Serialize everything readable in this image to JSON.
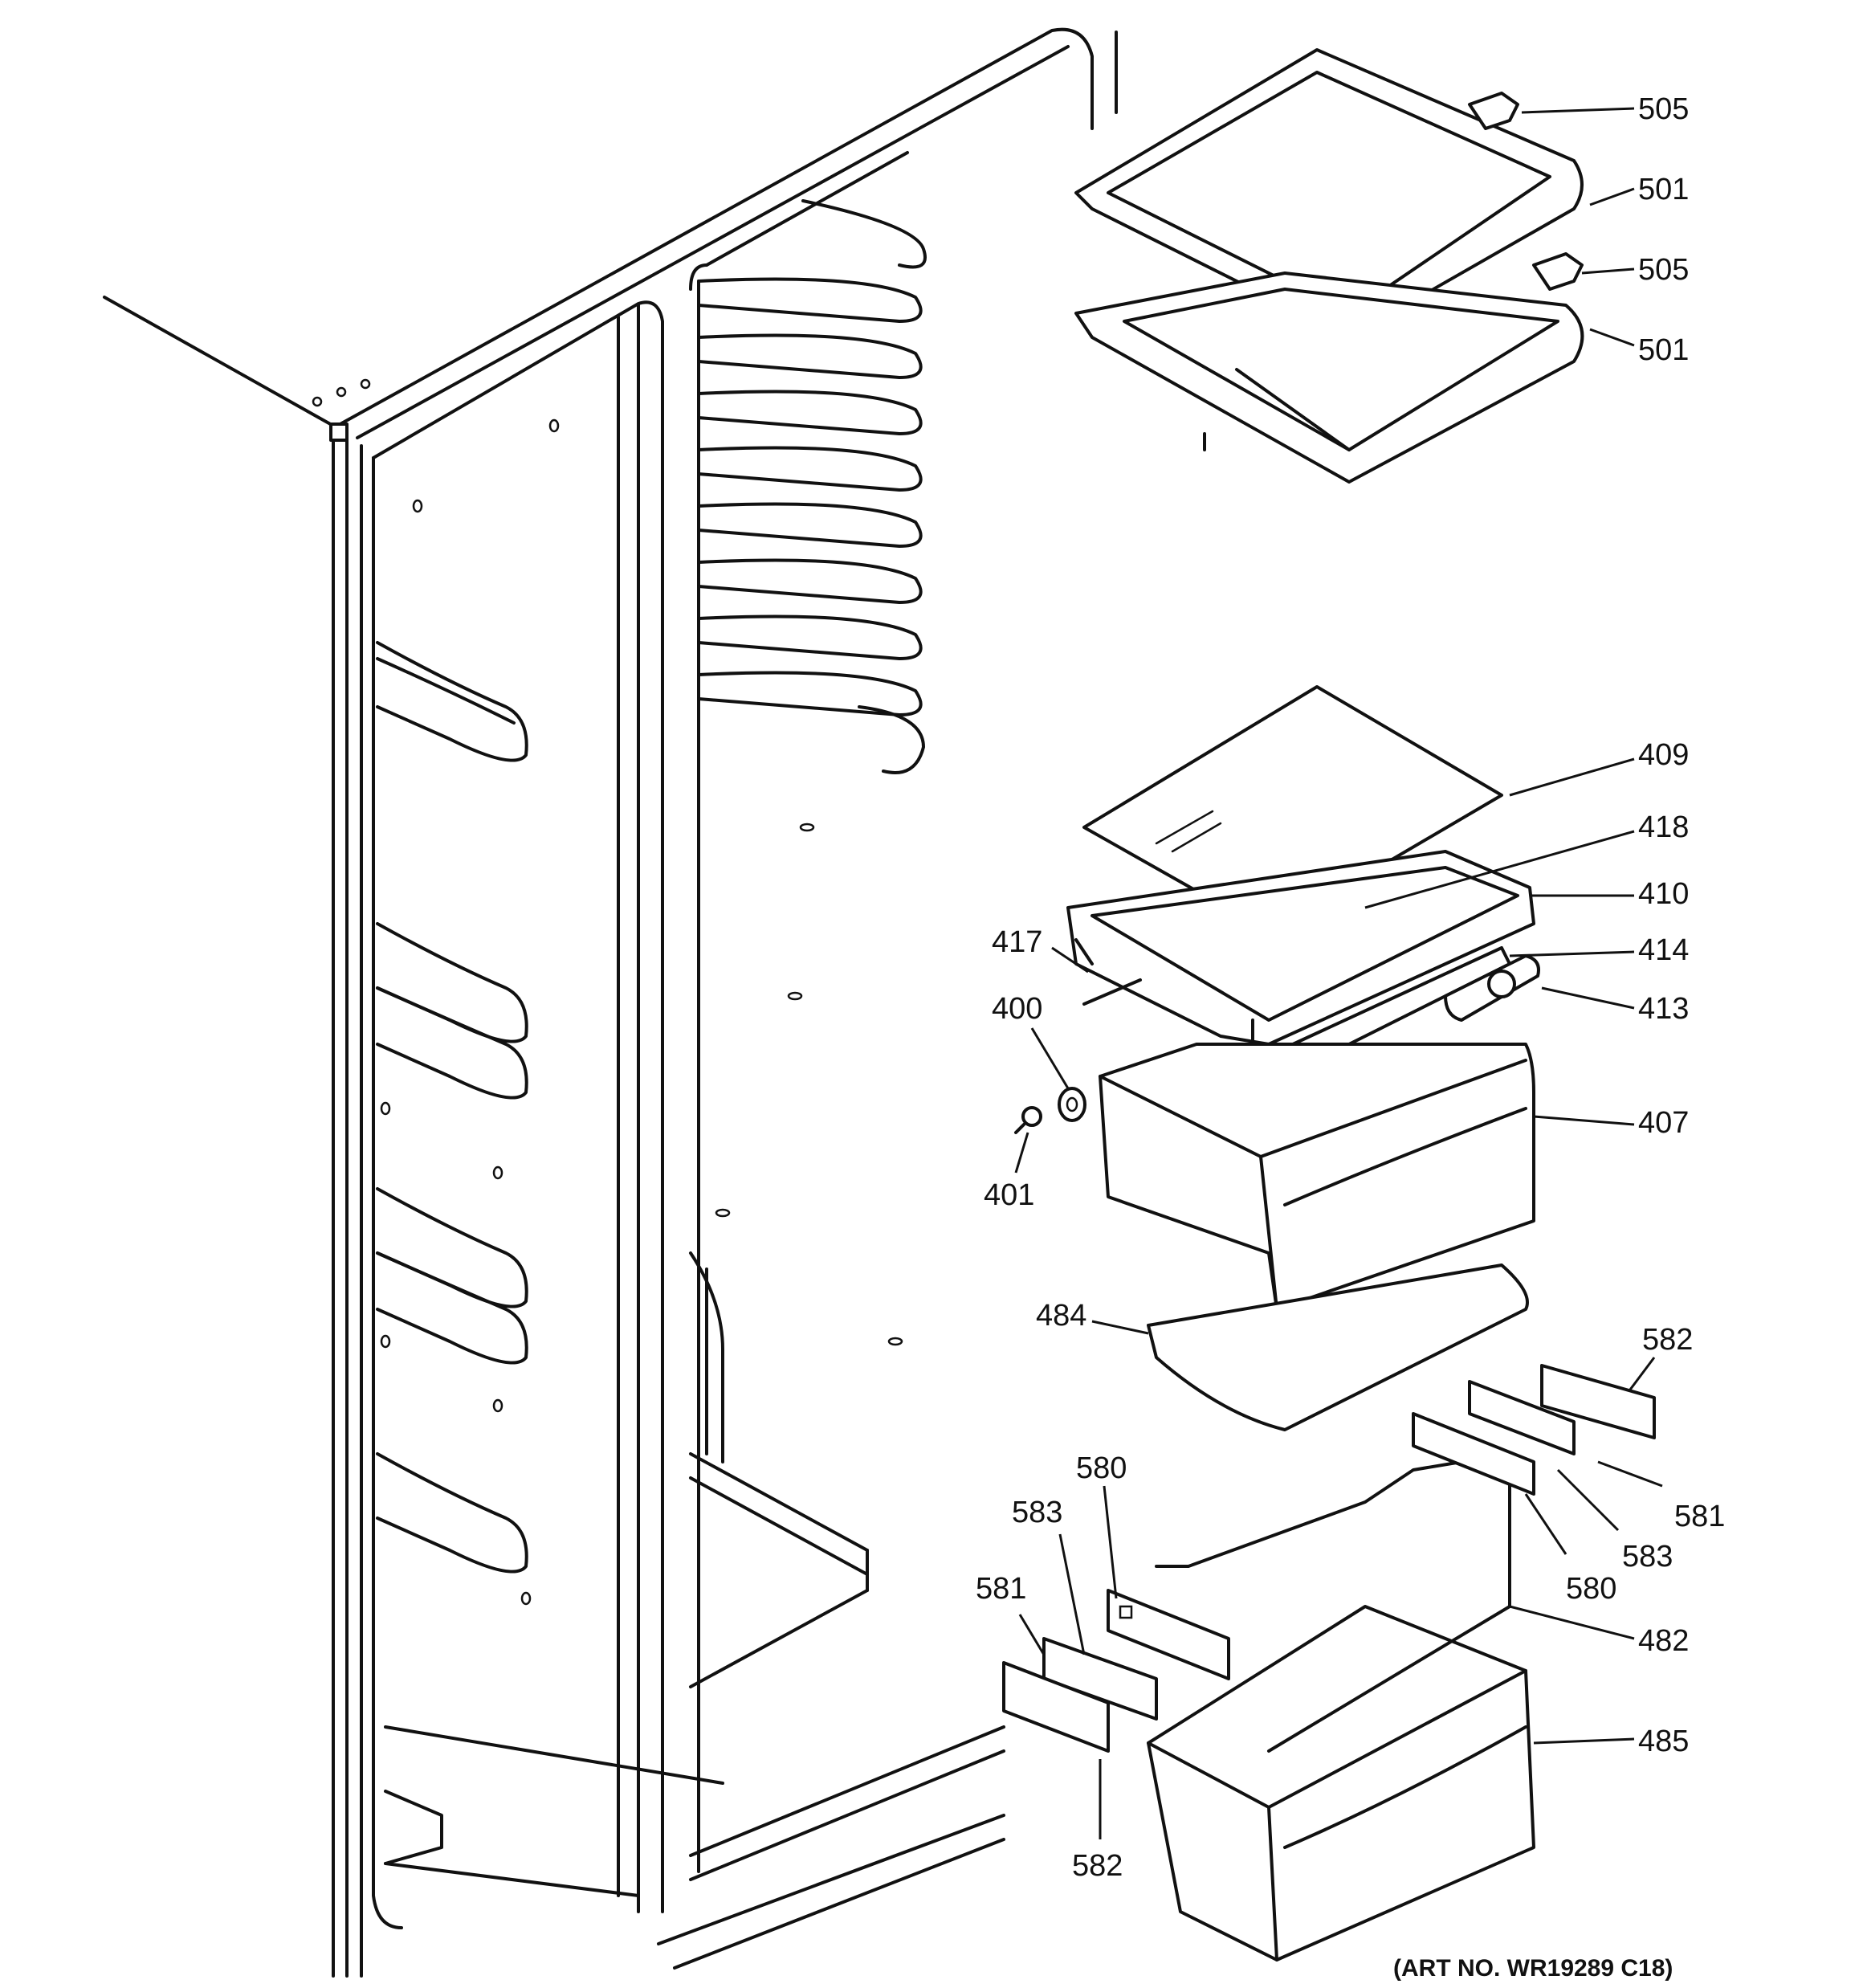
{
  "callouts": [
    {
      "id": "c505a",
      "label": "505"
    },
    {
      "id": "c501a",
      "label": "501"
    },
    {
      "id": "c505b",
      "label": "505"
    },
    {
      "id": "c501b",
      "label": "501"
    },
    {
      "id": "c409",
      "label": "409"
    },
    {
      "id": "c418",
      "label": "418"
    },
    {
      "id": "c410",
      "label": "410"
    },
    {
      "id": "c417",
      "label": "417"
    },
    {
      "id": "c414",
      "label": "414"
    },
    {
      "id": "c400",
      "label": "400"
    },
    {
      "id": "c413",
      "label": "413"
    },
    {
      "id": "c407",
      "label": "407"
    },
    {
      "id": "c401",
      "label": "401"
    },
    {
      "id": "c484",
      "label": "484"
    },
    {
      "id": "c582a",
      "label": "582"
    },
    {
      "id": "c580a",
      "label": "580"
    },
    {
      "id": "c581a",
      "label": "581"
    },
    {
      "id": "c583a",
      "label": "583"
    },
    {
      "id": "c583b",
      "label": "583"
    },
    {
      "id": "c581b",
      "label": "581"
    },
    {
      "id": "c580b",
      "label": "580"
    },
    {
      "id": "c482",
      "label": "482"
    },
    {
      "id": "c485",
      "label": "485"
    },
    {
      "id": "c582b",
      "label": "582"
    }
  ],
  "art_number": "(ART NO. WR19289 C18)"
}
